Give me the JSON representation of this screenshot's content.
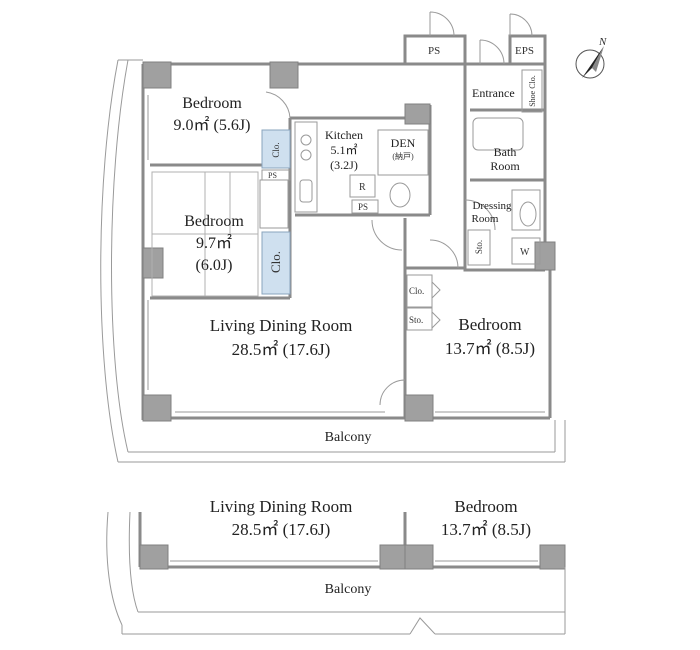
{
  "compass": {
    "north_label": "N"
  },
  "upper_plan": {
    "rooms": {
      "bedroom_top": {
        "name": "Bedroom",
        "area": "9.0㎡ (5.6J)"
      },
      "bedroom_tatami": {
        "name": "Bedroom",
        "area_a": "9.7㎡",
        "area_b": "(6.0J)"
      },
      "kitchen": {
        "name": "Kitchen",
        "area_a": "5.1㎡",
        "area_b": "(3.2J)"
      },
      "den": {
        "name": "DEN",
        "note": "(納戸)"
      },
      "living": {
        "name": "Living Dining Room",
        "area": "28.5㎡ (17.6J)"
      },
      "bedroom_right": {
        "name": "Bedroom",
        "area": "13.7㎡ (8.5J)"
      },
      "bath": {
        "name_a": "Bath",
        "name_b": "Room"
      },
      "dressing": {
        "name_a": "Dressing",
        "name_b": "Room"
      },
      "entrance": {
        "name": "Entrance"
      },
      "balcony": {
        "name": "Balcony"
      }
    },
    "fixtures": {
      "ps_top": "PS",
      "eps": "EPS",
      "shoe_closet": "Shoe Clo.",
      "clo_bedroom_top": "Clo.",
      "ps_small_a": "PS",
      "ps_small_b": "PS",
      "fridge": "R",
      "clo_tatami": "Clo.",
      "clo_right": "Clo.",
      "sto_right": "Sto.",
      "sto_dressing": "Sto.",
      "washer": "W"
    }
  },
  "lower_plan": {
    "living": {
      "name": "Living Dining Room",
      "area": "28.5㎡ (17.6J)"
    },
    "bedroom": {
      "name": "Bedroom",
      "area": "13.7㎡ (8.5J)"
    },
    "balcony": {
      "name": "Balcony"
    }
  }
}
